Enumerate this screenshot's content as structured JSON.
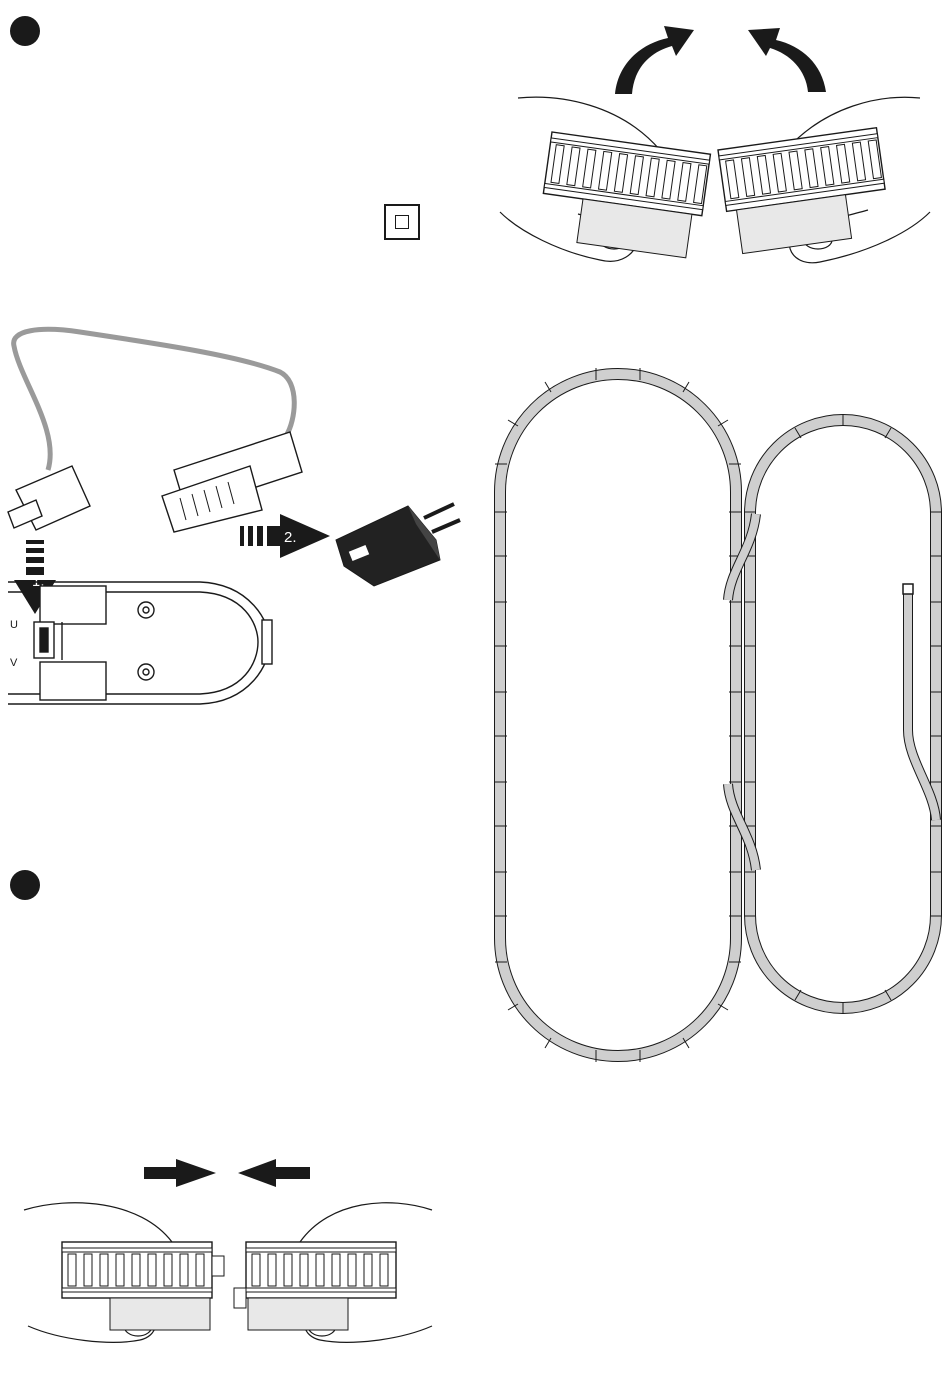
{
  "page": {
    "background": "#ffffff",
    "ink": "#1a1a1a",
    "track_fill": "#cfcfcf",
    "cable_color": "#9a9a9a"
  },
  "charging": {
    "step1_label": "1.",
    "step2_label": "2.",
    "socket_labels": [
      "U",
      "V"
    ]
  },
  "icons": {
    "step_bullet": "filled-circle-icon",
    "class2_symbol": "double-square-icon",
    "separate_arrows": "curved-arrow-up-icon",
    "join_arrows": "arrow-right-icon"
  }
}
